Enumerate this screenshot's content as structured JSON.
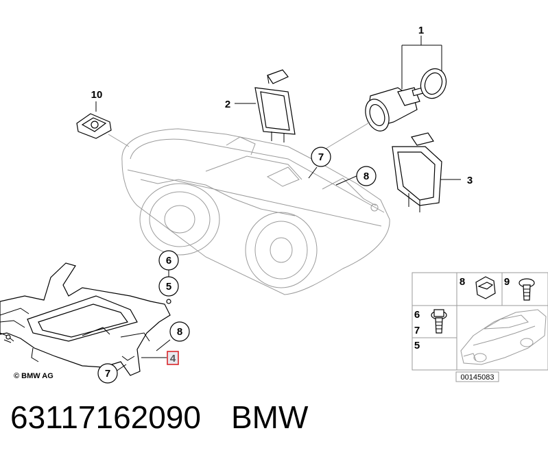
{
  "callouts": {
    "c1": "1",
    "c2": "2",
    "c3": "3",
    "c10": "10",
    "c7_top": "7",
    "c8_top": "8",
    "c6": "6",
    "c5": "5",
    "c8_mid": "8",
    "c4": "4",
    "c7_bottom": "7"
  },
  "legend": {
    "k8": "8",
    "k9": "9",
    "k6": "6",
    "k7": "7",
    "k5": "5",
    "ref_code": "00145083"
  },
  "copyright": "© BMW AG",
  "caption": {
    "part_number": "63117162090",
    "brand": "BMW"
  },
  "highlight_color": "#d9262a"
}
